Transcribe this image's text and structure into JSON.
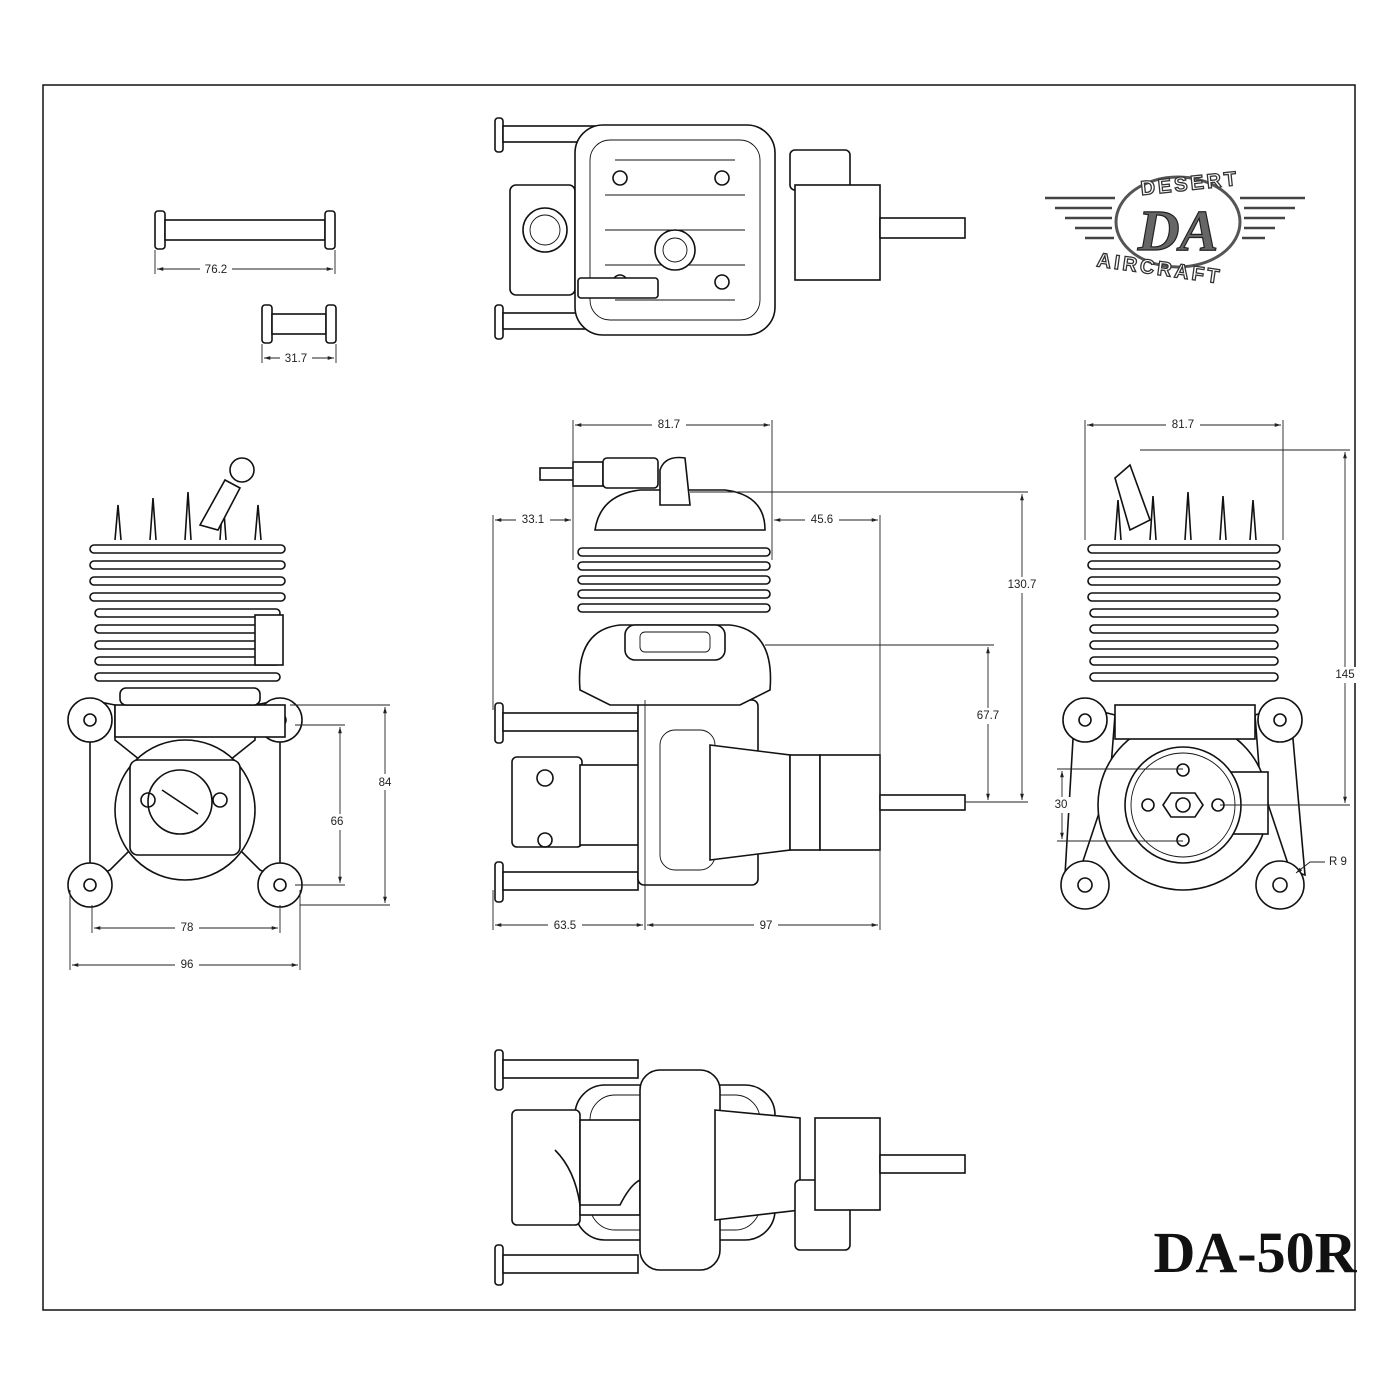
{
  "title": "DA-50R",
  "logo": {
    "top": "DESERT",
    "bottom": "AIRCRAFT",
    "monogram": "DA"
  },
  "dimensions": {
    "spacer_long": "76.2",
    "spacer_short": "31.7",
    "side_width": "81.7",
    "side_left_offset": "33.1",
    "side_right_offset": "45.6",
    "side_total_height": "130.7",
    "side_shaft_height": "67.7",
    "side_rear_depth": "63.5",
    "side_front_depth": "97",
    "front_height": "84",
    "front_mount_height": "66",
    "front_mount_width": "78",
    "front_total_width": "96",
    "rear_width": "81.7",
    "rear_height": "145",
    "bolt_spacing": "30",
    "lobe_radius": "R 9"
  }
}
